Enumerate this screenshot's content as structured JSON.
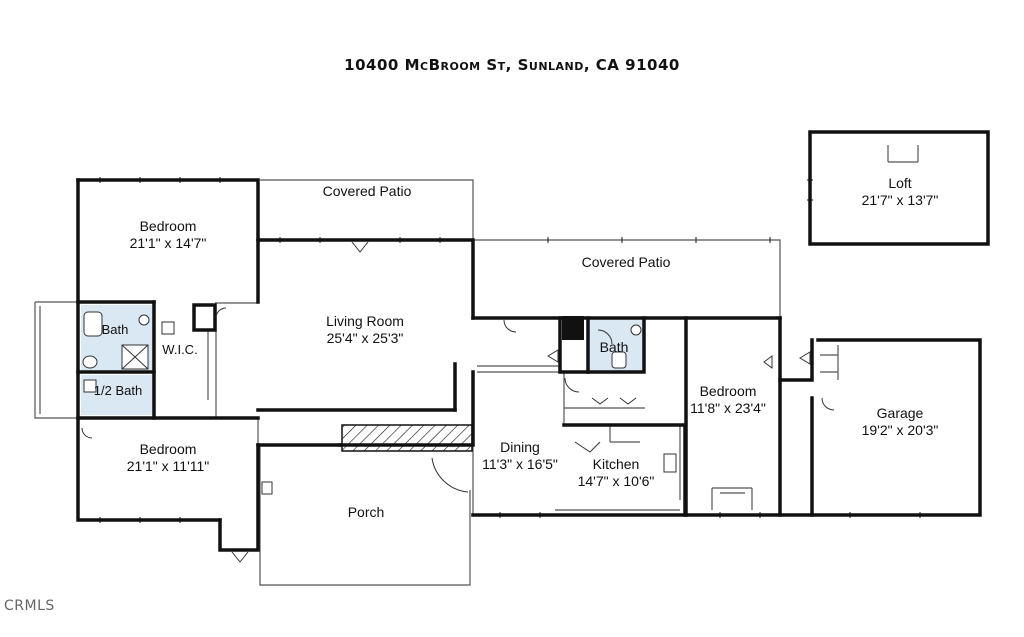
{
  "header": {
    "address": "10400 McBroom St, Sunland, CA 91040"
  },
  "watermark": "CRMLS",
  "rooms": {
    "bedroom_nw": {
      "name": "Bedroom",
      "dims": "21'1\" x 14'7\""
    },
    "bedroom_sw": {
      "name": "Bedroom",
      "dims": "21'1\" x 11'11\""
    },
    "bath_west": {
      "name": "Bath"
    },
    "half_bath": {
      "name": "1/2 Bath"
    },
    "wic": {
      "name": "W.I.C."
    },
    "living_room": {
      "name": "Living Room",
      "dims": "25'4\" x 25'3\""
    },
    "covered_patio_1": {
      "name": "Covered Patio"
    },
    "covered_patio_2": {
      "name": "Covered Patio"
    },
    "bath_center": {
      "name": "Bath"
    },
    "bedroom_east": {
      "name": "Bedroom",
      "dims": "11'8\" x 23'4\""
    },
    "dining": {
      "name": "Dining",
      "dims": "11'3\" x 16'5\""
    },
    "kitchen": {
      "name": "Kitchen",
      "dims": "14'7\" x 10'6\""
    },
    "porch": {
      "name": "Porch"
    },
    "loft": {
      "name": "Loft",
      "dims": "21'7\" x 13'7\""
    },
    "garage": {
      "name": "Garage",
      "dims": "19'2\" x 20'3\""
    }
  },
  "colors": {
    "wall": "#111111",
    "thin_wall": "#555555",
    "bath_fill": "#d9e8f3",
    "chimney": "#111111"
  }
}
